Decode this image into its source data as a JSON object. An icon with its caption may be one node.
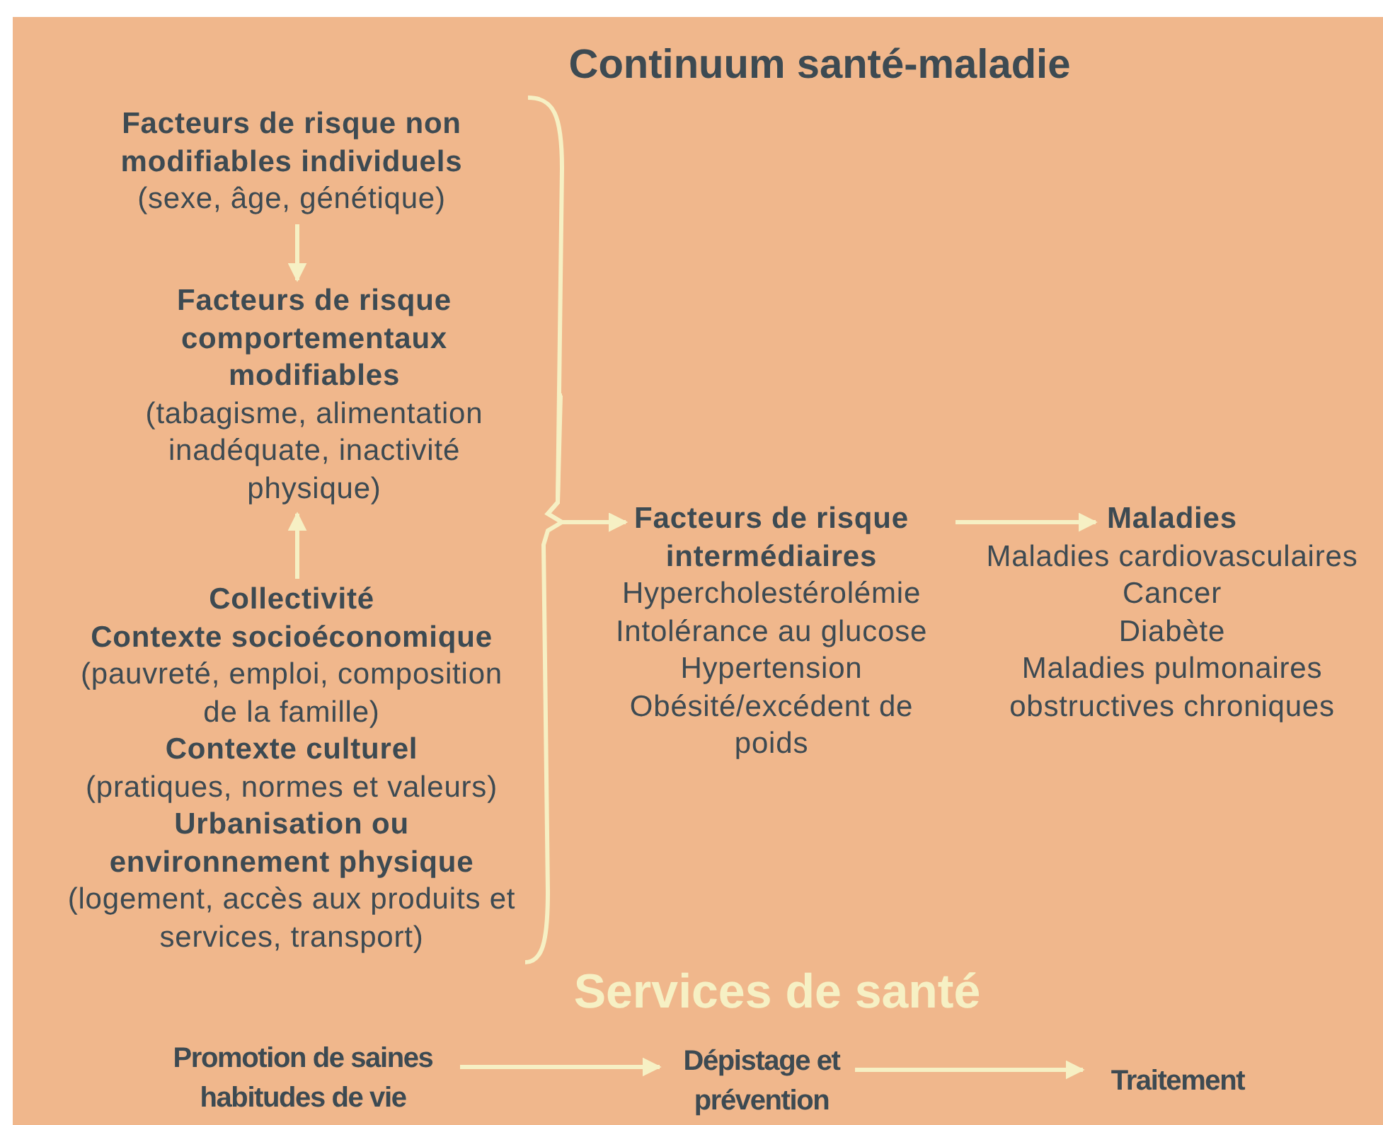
{
  "diagram": {
    "title": "Continuum santé-maladie",
    "nodes": [
      {
        "text": [
          "Facteurs de risque non modifiables individuels",
          "(sexe, âge, génétique)"
        ]
      },
      {
        "text": [
          "Facteurs de risque comportementaux modifiables",
          "(tabagisme, alimentation inadéquate, inactivité physique)"
        ]
      },
      {
        "text": [
          "Collectivité",
          "Contexte socioéconomique",
          "(pauvreté, emploi, composition de la famille)",
          "Contexte culturel",
          "(pratiques, normes et valeurs)",
          "Urbanisation ou environnement physique",
          "(logement, accès aux produits et services, transport)"
        ]
      },
      {
        "text": [
          "Facteurs de risque intermédiaires",
          "Hypercholestérolémie",
          "Intolérance au glucose",
          "Hypertension",
          "Obésité/excédent de poids"
        ]
      },
      {
        "text": [
          "Maladies",
          "Maladies cardiovasculaires",
          "Cancer",
          "Diabète",
          "Maladies pulmonaires obstructives chroniques"
        ]
      },
      {
        "text": [
          "Promotion de saines habitudes de vie"
        ]
      },
      {
        "text": [
          "Dépistage et prévention"
        ]
      },
      {
        "text": [
          "Traitement"
        ]
      }
    ],
    "edges": [
      {
        "from": 0,
        "to": 1,
        "arrow": "to"
      },
      {
        "from": 2,
        "to": 1,
        "arrow": "to"
      },
      {
        "from": 0,
        "to": 3,
        "arrow": "to"
      },
      {
        "from": 1,
        "to": 3,
        "arrow": "to"
      },
      {
        "from": 2,
        "to": 3,
        "arrow": "to"
      },
      {
        "from": 3,
        "to": 4,
        "arrow": "to"
      },
      {
        "from": 5,
        "to": 6,
        "arrow": "to"
      },
      {
        "from": 6,
        "to": 7,
        "arrow": "to"
      }
    ],
    "labels": [
      "Services de santé"
    ]
  }
}
